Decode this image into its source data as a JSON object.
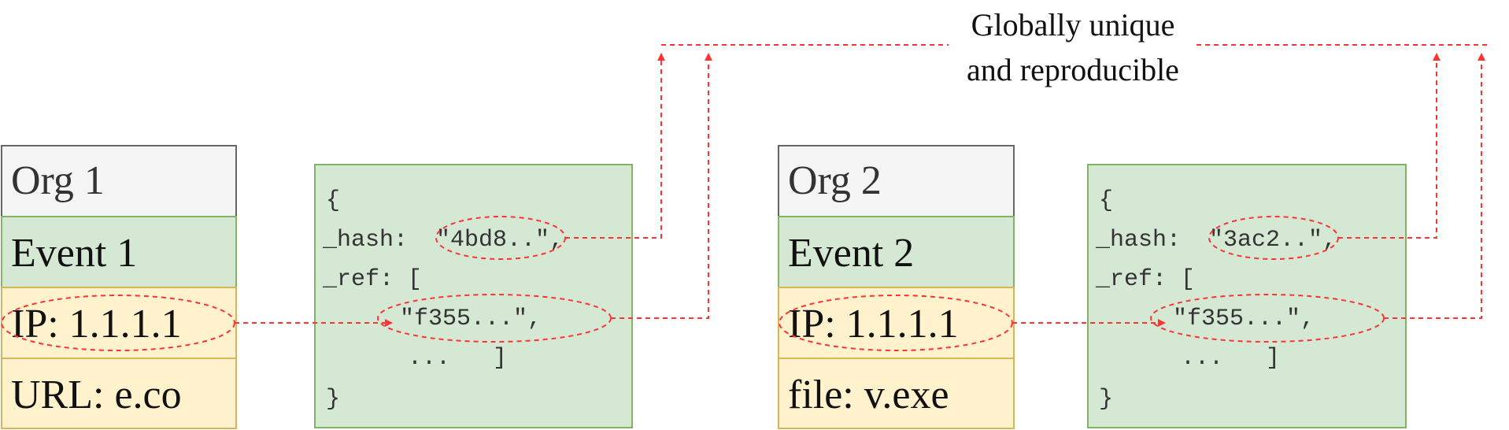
{
  "caption": {
    "line1": "Globally unique",
    "line2": "and reproducible"
  },
  "orgs": [
    {
      "header": "Org 1",
      "event": "Event 1",
      "ip": "IP: 1.1.1.1",
      "attr": "URL: e.co",
      "json": {
        "open": "{",
        "hash_key": "_hash:",
        "hash_val": "\"4bd8..\",",
        "ref_key": "_ref: [",
        "ref_val": "\"f355...\",",
        "ellipsis": "...   ]",
        "close": "}"
      }
    },
    {
      "header": "Org 2",
      "event": "Event 2",
      "ip": "IP: 1.1.1.1",
      "attr": "file: v.exe",
      "json": {
        "open": "{",
        "hash_key": "_hash:",
        "hash_val": "\"3ac2..\",",
        "ref_key": "_ref: [",
        "ref_val": "\"f355...\",",
        "ellipsis": "...   ]",
        "close": "}"
      }
    }
  ],
  "colors": {
    "header_fill": "#f5f5f5",
    "header_stroke": "#666666",
    "event_fill": "#d5e8d4",
    "event_stroke": "#82b366",
    "attr_fill": "#fff2cc",
    "attr_stroke": "#d6b656",
    "arrow": "#ff3333",
    "text": "#333333"
  }
}
